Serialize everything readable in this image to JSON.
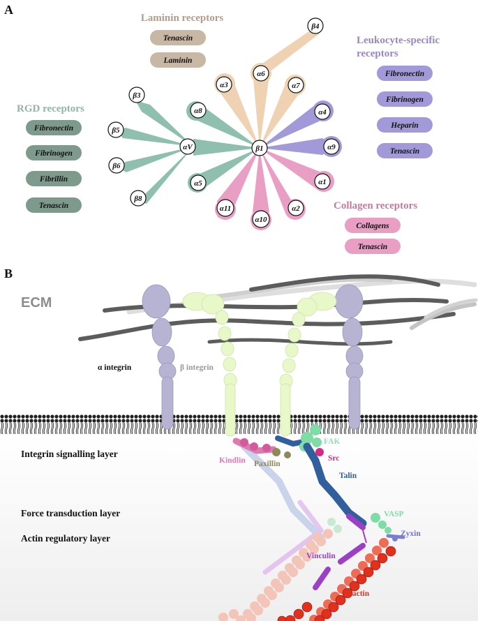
{
  "panels": {
    "a": "A",
    "b": "B"
  },
  "colors": {
    "rgd": "#8fbfae",
    "laminin": "#efd2b2",
    "leukocyte": "#a29ad8",
    "collagen": "#e99ec4",
    "rgd_title": "#8fb5a5",
    "laminin_title": "#b59b85",
    "leukocyte_title": "#9a86c4",
    "collagen_title": "#c07e9e"
  },
  "nodes": {
    "b1": "β1",
    "av": "αV",
    "b3": "β3",
    "b5": "β5",
    "b6": "β6",
    "b8": "β8",
    "a8": "α8",
    "a5": "α5",
    "a3": "α3",
    "a6": "α6",
    "a7": "α7",
    "b4": "β4",
    "a4": "α4",
    "a9": "α9",
    "a1": "α1",
    "a2": "α2",
    "a10": "α10",
    "a11": "α11"
  },
  "groups": {
    "laminin": {
      "title": "Laminin receptors",
      "ligands": [
        "Tenascin",
        "Laminin"
      ]
    },
    "leukocyte": {
      "title_line1": "Leukocyte-specific",
      "title_line2": "receptors",
      "ligands": [
        "Fibronectin",
        "Fibrinogen",
        "Heparin",
        "Tenascin"
      ]
    },
    "rgd": {
      "title": "RGD receptors",
      "ligands": [
        "Fibronectin",
        "Fibrinogen",
        "Fibrillin",
        "Tenascin"
      ]
    },
    "collagen": {
      "title": "Collagen receptors",
      "ligands": [
        "Collagens",
        "Tenascin"
      ]
    }
  },
  "panel_b": {
    "ecm": "ECM",
    "alpha_integrin": "α integrin",
    "beta_integrin": "β integrin",
    "layers": [
      "Integrin signalling layer",
      "Force transduction layer",
      "Actin regulatory layer"
    ],
    "proteins": {
      "fak": "FAK",
      "src": "Src",
      "kindlin": "Kindlin",
      "paxillin": "Paxillin",
      "talin": "Talin",
      "vasp": "VASP",
      "zyxin": "Zyxin",
      "vinculin": "Vinculin",
      "factin": "F-actin"
    }
  }
}
